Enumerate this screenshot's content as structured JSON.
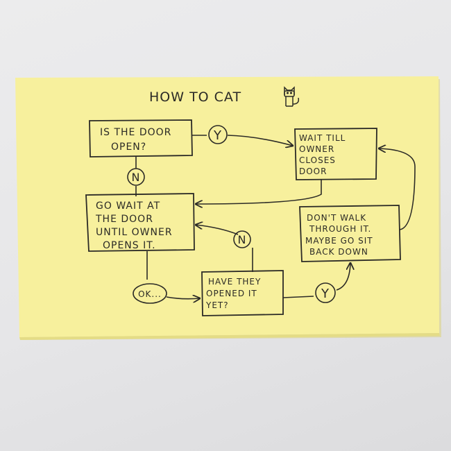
{
  "title": "How to cat",
  "colors": {
    "paper": "#f7f09d",
    "paper_edge": "#ebe38a",
    "ink": "#2b2a26",
    "background": "#e8e8ea"
  },
  "icons": {
    "title_icon": "cat-doodle-icon"
  },
  "nodes": {
    "door_open": {
      "lines": [
        "IS THE DOOR",
        "OPEN?"
      ]
    },
    "wait_till": {
      "lines": [
        "WAIT TILL",
        "OWNER",
        "CLOSES",
        "DOOR"
      ]
    },
    "go_wait": {
      "lines": [
        "GO WAIT AT",
        "THE DOOR",
        "UNTIL OWNER",
        "OPENS IT."
      ]
    },
    "dont_walk": {
      "lines": [
        "DON'T WALK",
        "THROUGH IT.",
        "MAYBE GO SIT",
        "BACK DOWN"
      ]
    },
    "opened_yet": {
      "lines": [
        "HAVE THEY",
        "OPENED IT",
        "YET?"
      ]
    }
  },
  "labels": {
    "yes_1": "Y",
    "no_1": "N",
    "no_2": "N",
    "yes_2": "Y",
    "ok": "OK..."
  }
}
